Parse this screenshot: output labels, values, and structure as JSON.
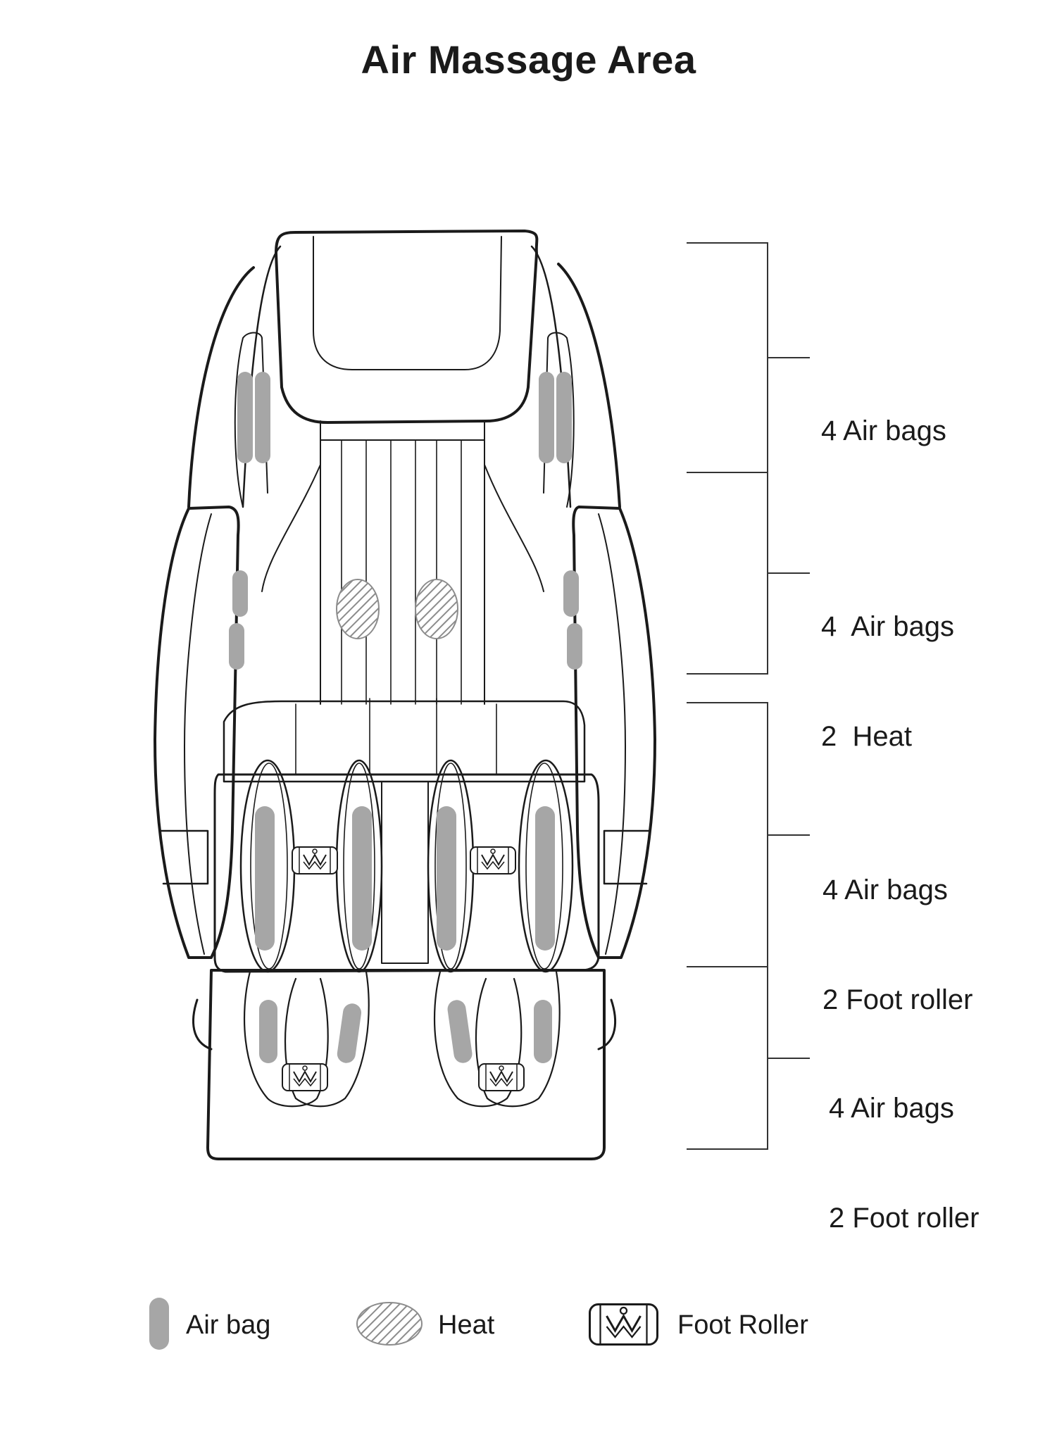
{
  "title": "Air Massage Area",
  "zones": [
    {
      "line1": "4 Air bags",
      "line2": ""
    },
    {
      "line1": "4  Air bags",
      "line2": "2  Heat"
    },
    {
      "line1": "4 Air bags",
      "line2": "2 Foot roller"
    },
    {
      "line1": "4 Air bags",
      "line2": "2 Foot roller"
    }
  ],
  "legend": {
    "air_bag": "Air bag",
    "heat": "Heat",
    "foot_roller": "Foot Roller"
  },
  "colors": {
    "outline": "#1a1a1a",
    "air_bag_fill": "#a6a6a6",
    "heat_hatch": "#8c8c8c"
  },
  "icons": [
    "air-bag-icon",
    "heat-icon",
    "foot-roller-icon"
  ]
}
